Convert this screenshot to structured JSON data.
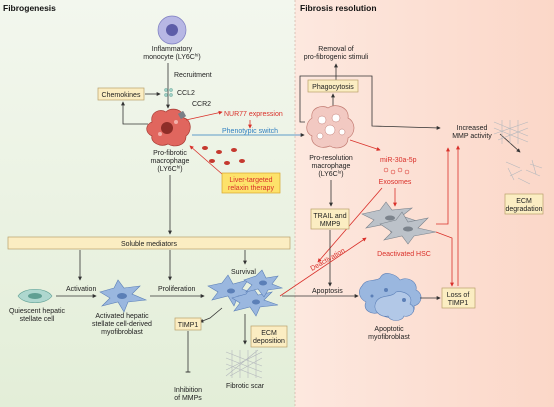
{
  "headers": {
    "left": "Fibrogenesis",
    "right": "Fibrosis resolution"
  },
  "labels": {
    "monocyte": [
      "Inflammatory",
      "monocyte (LY6C",
      "hi",
      ")"
    ],
    "recruitment": "Recruitment",
    "chemokines": "Chemokines",
    "ccl2": "CCL2",
    "ccr2": "CCR2",
    "nur77": "NUR77 expression",
    "phenotypic_switch": "Phenotypic switch",
    "profibrotic": [
      "Pro-fibrotic",
      "macrophage",
      "(LY6C",
      "hi",
      ")"
    ],
    "relaxin": [
      "Liver-targeted",
      "relaxin therapy"
    ],
    "soluble_mediators": "Soluble mediators",
    "quiescent": [
      "Quiescent hepatic",
      "stellate cell"
    ],
    "activation": "Activation",
    "activated": [
      "Activated hepatic",
      "stellate cell-derived",
      "myofibroblast"
    ],
    "proliferation": "Proliferation",
    "survival": "Survival",
    "timp1": "TIMP1",
    "ecm_deposition": [
      "ECM",
      "deposition"
    ],
    "fibrotic_scar": "Fibrotic scar",
    "inhibition": [
      "Inhibition",
      "of MMPs"
    ],
    "removal": [
      "Removal of",
      "pro-fibrogenic stimuli"
    ],
    "phagocytosis": "Phagocytosis",
    "proresolution": [
      "Pro-resolution",
      "macrophage",
      "(LY6C",
      "lo",
      ")"
    ],
    "mir": "miR-30a-5p",
    "exosomes": "Exosomes",
    "trail": [
      "TRAIL and",
      "MMP9"
    ],
    "deactivated_hsc": "Deactivated HSC",
    "deactivation": "Deactivation",
    "apoptosis": "Apoptosis",
    "apoptotic": [
      "Apoptotic",
      "myofibroblast"
    ],
    "loss_timp1": [
      "Loss of",
      "TIMP1"
    ],
    "increased_mmp": [
      "Increased",
      "MMP activity"
    ],
    "ecm_degradation": [
      "ECM",
      "degradation"
    ]
  },
  "colors": {
    "left_panel": "#eaf2e1",
    "right_panel": "#fbe1d6",
    "box_fill": "#fbedc2",
    "highlight_box": "#fde26a",
    "accent_red": "#d9302a",
    "accent_blue": "#2f7fc1",
    "cell_blue": "#9ab7df",
    "macrophage_red": "#e0665e"
  }
}
